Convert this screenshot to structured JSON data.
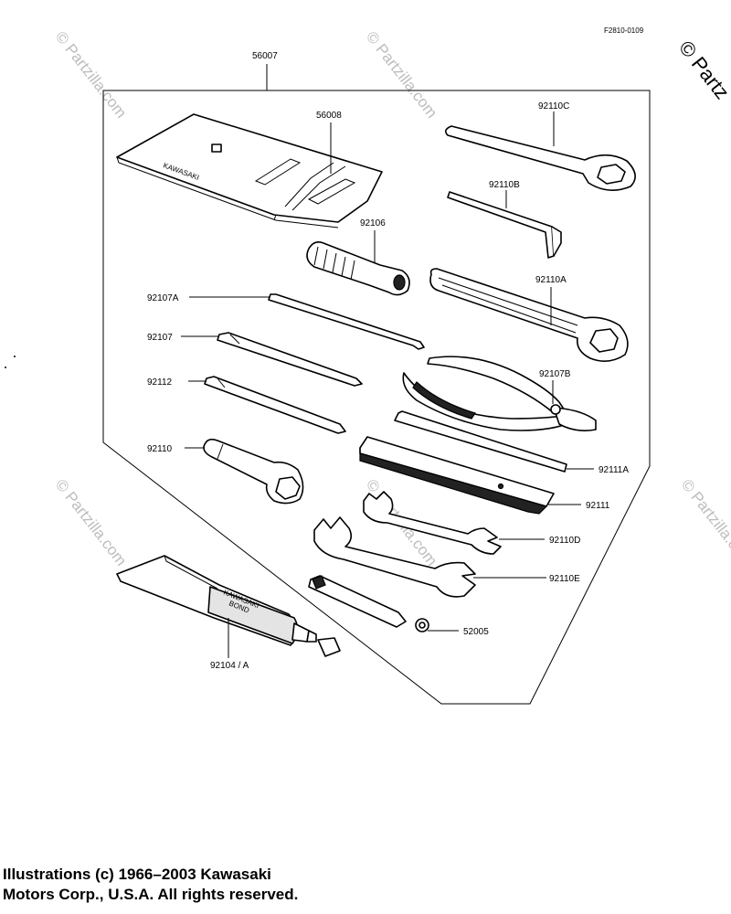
{
  "diagram": {
    "figure_code": "F2810-0109",
    "parts": [
      {
        "id": "56007",
        "label": "56007"
      },
      {
        "id": "56008",
        "label": "56008"
      },
      {
        "id": "92110C",
        "label": "92110C"
      },
      {
        "id": "92110B",
        "label": "92110B"
      },
      {
        "id": "92106",
        "label": "92106"
      },
      {
        "id": "92110A",
        "label": "92110A"
      },
      {
        "id": "92107A",
        "label": "92107A"
      },
      {
        "id": "92107",
        "label": "92107"
      },
      {
        "id": "92112",
        "label": "92112"
      },
      {
        "id": "92107B",
        "label": "92107B"
      },
      {
        "id": "92110",
        "label": "92110"
      },
      {
        "id": "92111A",
        "label": "92111A"
      },
      {
        "id": "92111",
        "label": "92111"
      },
      {
        "id": "92110D",
        "label": "92110D"
      },
      {
        "id": "92110E",
        "label": "92110E"
      },
      {
        "id": "52005",
        "label": "52005"
      },
      {
        "id": "92104A",
        "label": "92104 / A"
      }
    ],
    "bag_print": "KAWASAKI",
    "tube_print_line1": "KAWASAKI",
    "tube_print_line2": "BOND",
    "watermark": "© Partzilla.com",
    "corner_watermark": "© Partz"
  },
  "copyright": {
    "line1": "Illustrations (c) 1966–2003 Kawasaki",
    "line2": "Motors Corp., U.S.A.  All rights reserved."
  }
}
